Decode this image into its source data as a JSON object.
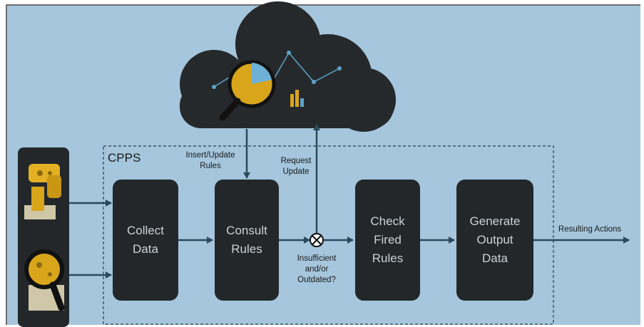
{
  "cpps_label": "CPPS",
  "blocks": {
    "collect": [
      "Collect",
      "Data"
    ],
    "consult": [
      "Consult",
      "Rules"
    ],
    "check": [
      "Check",
      "Fired",
      "Rules"
    ],
    "generate": [
      "Generate",
      "Output",
      "Data"
    ]
  },
  "labels": {
    "insert_update": [
      "Insert/Update",
      "Rules"
    ],
    "request_update": [
      "Request",
      "Update"
    ],
    "insufficient": [
      "Insufficient",
      "and/or",
      "Outdated?"
    ],
    "resulting_actions": "Resulting Actions"
  },
  "icons": [
    "cloud-icon",
    "magnifier-pie-chart-icon",
    "line-chart-icon",
    "bar-chart-icon",
    "robot-arm-icon",
    "magnifier-robot-icon",
    "decision-node-icon"
  ],
  "colors": {
    "background": "#a5c6dc",
    "block": "#23272a",
    "block_text": "#c9d3d9",
    "arrow": "#2a4a5c",
    "cloud": "#25292c",
    "gold": "#d9a51a",
    "accent_blue": "#5fa3c8"
  }
}
